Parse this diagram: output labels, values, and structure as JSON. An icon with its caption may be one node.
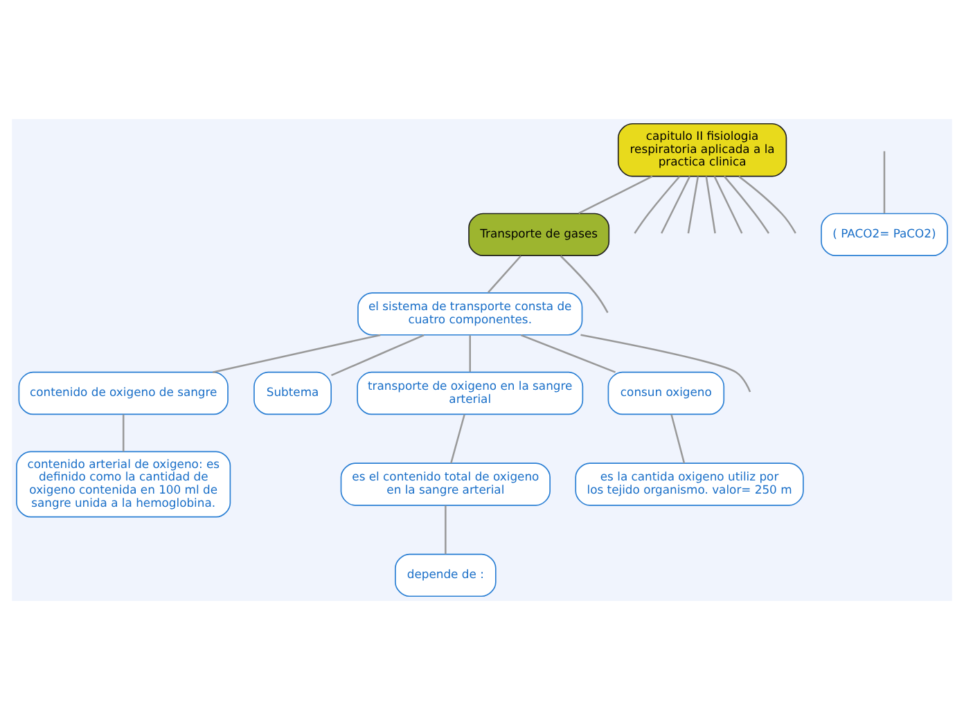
{
  "diagram": {
    "nodes": [
      {
        "text": [
          "capitulo II fisiologia respiratoria aplicada a la practica clinica"
        ]
      },
      {
        "text": [
          "Transporte de gases"
        ]
      },
      {
        "text": [
          "el sistema de transporte consta de cuatro componentes."
        ]
      },
      {
        "text": [
          "contenido de oxigeno de sangre"
        ]
      },
      {
        "text": [
          "Subtema"
        ]
      },
      {
        "text": [
          "transporte de oxigeno en la sangre arterial"
        ]
      },
      {
        "text": [
          "consun oxigeno"
        ]
      },
      {
        "text": [
          "( PACO2= PaCO2)"
        ]
      },
      {
        "text": [
          "contenido arterial de oxigeno: es definido como la cantidad de oxigeno contenida en 100 ml de sangre unida a la hemoglobina."
        ]
      },
      {
        "text": [
          "es el contenido total de oxigeno en la sangre arterial"
        ]
      },
      {
        "text": [
          "es la cantida oxigeno utiliz por los tejido organismo. valor= 250 m"
        ]
      },
      {
        "text": [
          "depende de :"
        ]
      }
    ],
    "edges": [
      {
        "from": 0,
        "to": null,
        "arrow": "none"
      },
      {
        "from": 0,
        "to": 1,
        "arrow": "none"
      },
      {
        "from": 0,
        "to": null,
        "arrow": "none"
      },
      {
        "from": 0,
        "to": null,
        "arrow": "none"
      },
      {
        "from": 0,
        "to": null,
        "arrow": "none"
      },
      {
        "from": 0,
        "to": null,
        "arrow": "none"
      },
      {
        "from": 0,
        "to": null,
        "arrow": "none"
      },
      {
        "from": 0,
        "to": null,
        "arrow": "none"
      },
      {
        "from": 1,
        "to": 2,
        "arrow": "none"
      },
      {
        "from": 1,
        "to": null,
        "arrow": "none"
      },
      {
        "from": 2,
        "to": null,
        "arrow": "none"
      },
      {
        "from": 2,
        "to": 3,
        "arrow": "none"
      },
      {
        "from": 2,
        "to": 4,
        "arrow": "none"
      },
      {
        "from": 2,
        "to": 5,
        "arrow": "none"
      },
      {
        "from": 2,
        "to": 6,
        "arrow": "none"
      },
      {
        "from": null,
        "to": 7,
        "arrow": "none"
      },
      {
        "from": 3,
        "to": 8,
        "arrow": "none"
      },
      {
        "from": 5,
        "to": 9,
        "arrow": "none"
      },
      {
        "from": 6,
        "to": 10,
        "arrow": "none"
      },
      {
        "from": 9,
        "to": 11,
        "arrow": "none"
      }
    ]
  }
}
